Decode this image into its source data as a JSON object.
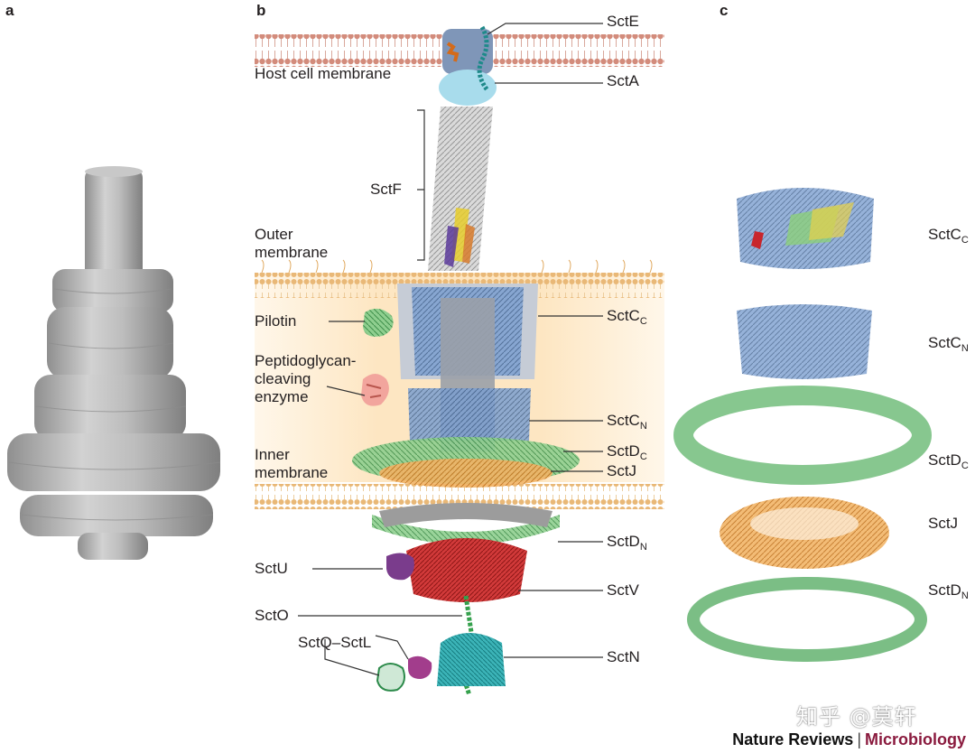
{
  "panels": {
    "a": "a",
    "b": "b",
    "c": "c"
  },
  "panel_b": {
    "host_membrane": "Host cell membrane",
    "outer_membrane": "Outer membrane",
    "pilotin": "Pilotin",
    "pg_enzyme": "Peptidoglycan-cleaving enzyme",
    "inner_membrane": "Inner membrane",
    "sctE": "SctE",
    "sctA": "SctA",
    "sctF": "SctF",
    "sctCc": {
      "base": "SctC",
      "sub": "C"
    },
    "sctCn": {
      "base": "SctC",
      "sub": "N"
    },
    "sctDc": {
      "base": "SctD",
      "sub": "C"
    },
    "sctJ": "SctJ",
    "sctDn": {
      "base": "SctD",
      "sub": "N"
    },
    "sctU": "SctU",
    "sctV": "SctV",
    "sctO": "SctO",
    "sctQL": "SctQ–SctL",
    "sctN": "SctN"
  },
  "panel_c": {
    "sctCc": {
      "base": "SctC",
      "sub": "C"
    },
    "sctCn": {
      "base": "SctC",
      "sub": "N"
    },
    "sctDc": {
      "base": "SctD",
      "sub": "C"
    },
    "sctJ": "SctJ",
    "sctDn": {
      "base": "SctD",
      "sub": "N"
    }
  },
  "credit": {
    "publisher": "Nature Reviews",
    "journal": "Microbiology"
  },
  "watermark": "知乎 @莫轩",
  "colors": {
    "density_grey": "#b3b3b3",
    "membrane_host": "#d38c7c",
    "membrane_bacterial": "#e9b877",
    "periplasm": "#fde9c8",
    "secretin_blue": "#6f93c7",
    "ring_green": "#5fb46a",
    "sctJ_orange": "#e89b3b",
    "sctV_red": "#c8262c",
    "sctN_teal": "#2aa5ab",
    "sctU_purple": "#7a3c8c",
    "sctA_cyan": "#a8dcec",
    "journal": "#8a1a3e"
  }
}
